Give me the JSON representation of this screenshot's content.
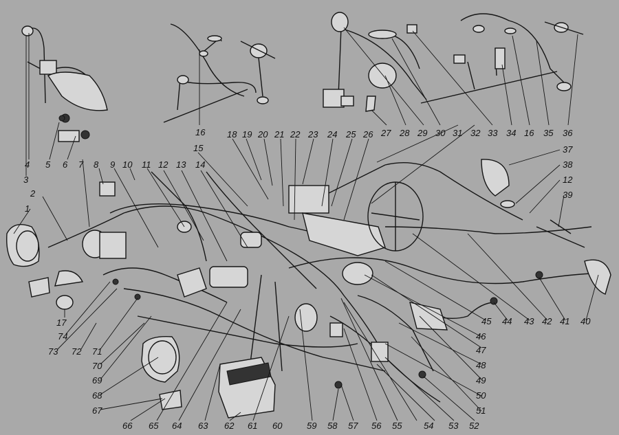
{
  "labels": {
    "top": [
      "16",
      "15",
      "18",
      "19",
      "20",
      "21",
      "22",
      "23",
      "24",
      "25",
      "26",
      "27",
      "28",
      "29",
      "30",
      "31",
      "32",
      "33",
      "34",
      "16",
      "35",
      "36"
    ],
    "right": [
      "37",
      "38",
      "12",
      "39"
    ],
    "left": [
      "2",
      "1",
      "17",
      "74",
      "73",
      "72",
      "71",
      "70",
      "69",
      "68",
      "67"
    ],
    "left_col": [
      "4",
      "3",
      "5",
      "6",
      "7",
      "8",
      "9",
      "10",
      "11",
      "12",
      "13",
      "14"
    ],
    "bottom": [
      "66",
      "65",
      "64",
      "63",
      "62",
      "61",
      "60",
      "59",
      "58",
      "57",
      "56",
      "55",
      "54",
      "53",
      "52"
    ],
    "right_col": [
      "45",
      "44",
      "43",
      "42",
      "41",
      "40",
      "46",
      "47",
      "48",
      "49",
      "50",
      "51"
    ]
  }
}
